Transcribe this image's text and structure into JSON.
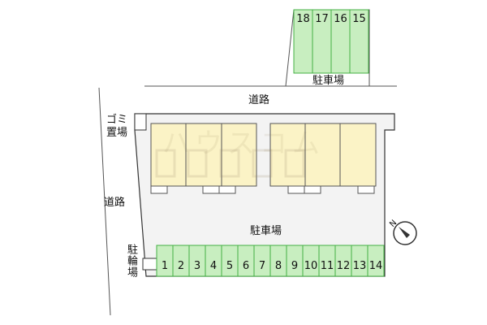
{
  "labels": {
    "road_top": "道路",
    "road_left": "道路",
    "garbage": "ゴミ置場",
    "bicycle": "駐輪場",
    "parking_main": "駐車場",
    "parking_top": "駐車場",
    "compass": "N"
  },
  "parking_bottom": {
    "slots": [
      "1",
      "2",
      "3",
      "4",
      "5",
      "6",
      "7",
      "8",
      "9",
      "10",
      "11",
      "12",
      "13",
      "14"
    ],
    "fill_color": "#c8eec0",
    "stroke_color": "#43b043"
  },
  "parking_top_slots": [
    "18",
    "17",
    "16",
    "15"
  ],
  "colors": {
    "building_fill": "#fbf3c6",
    "building_stroke": "#555555",
    "lot_fill": "#f3f3f3",
    "outline": "#333333"
  },
  "watermark": "ハウスコム"
}
